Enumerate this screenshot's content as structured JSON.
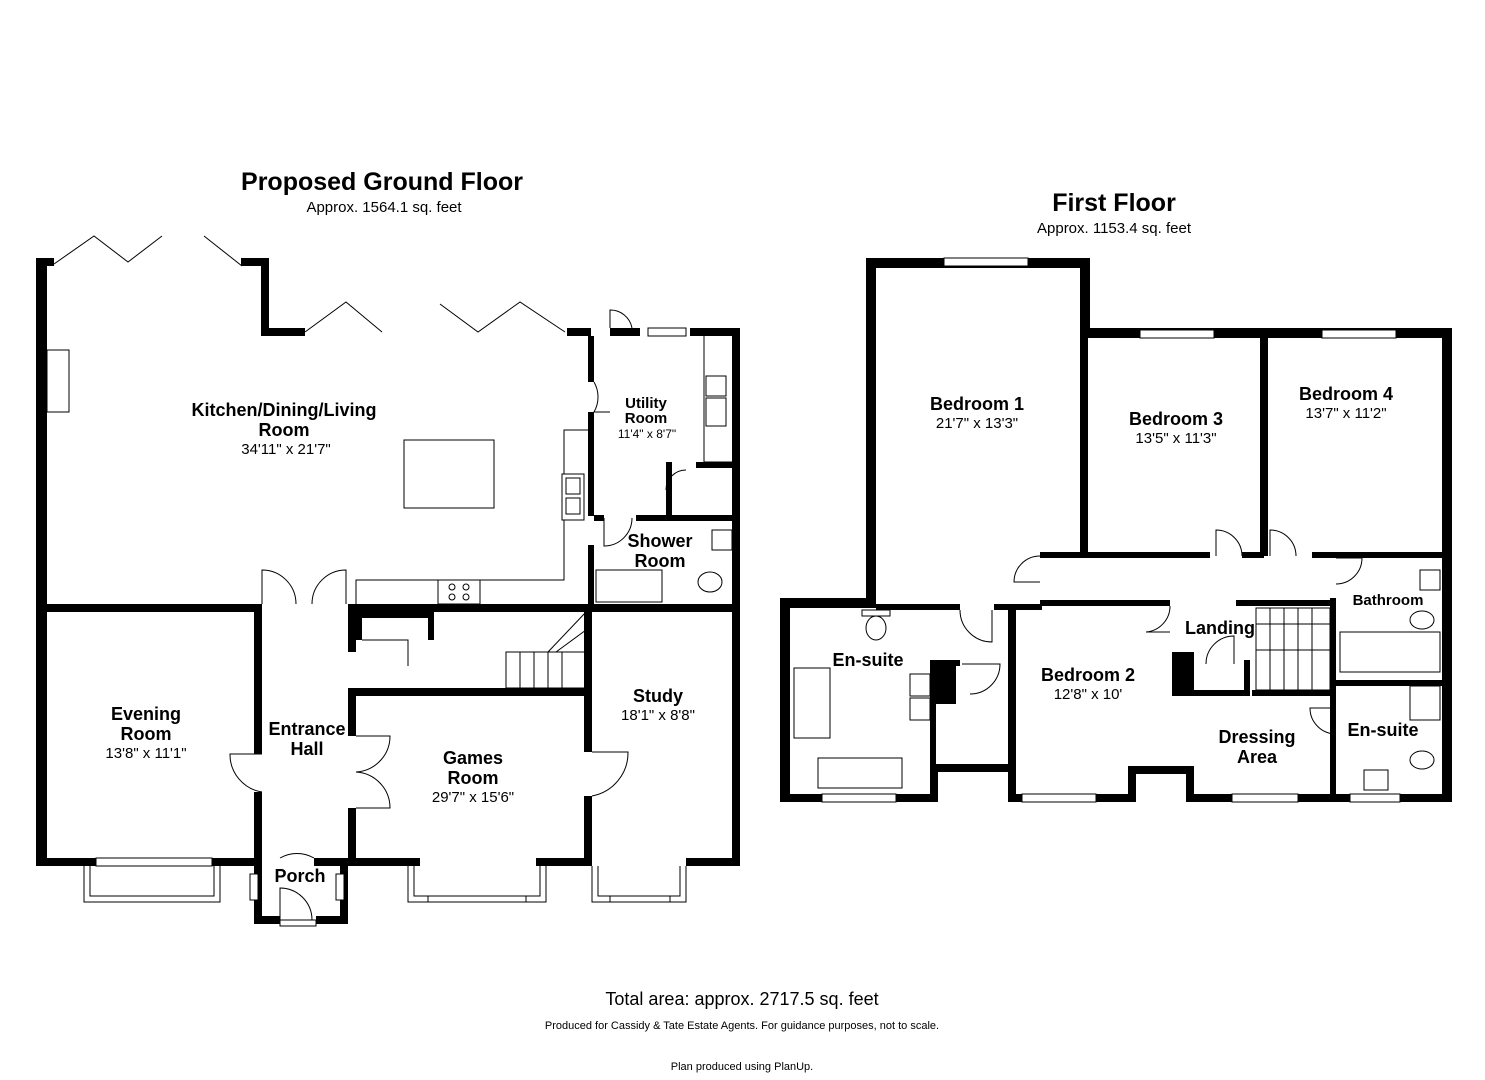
{
  "ground_floor": {
    "title": "Proposed Ground Floor",
    "area": "Approx. 1564.1 sq. feet",
    "rooms": {
      "kitchen": {
        "name_1": "Kitchen/Dining/Living",
        "name_2": "Room",
        "dims": "34'11\" x 21'7\""
      },
      "utility": {
        "name_1": "Utility",
        "name_2": "Room",
        "dims": "11'4\" x 8'7\""
      },
      "shower": {
        "name_1": "Shower",
        "name_2": "Room"
      },
      "evening": {
        "name_1": "Evening",
        "name_2": "Room",
        "dims": "13'8\" x 11'1\""
      },
      "entrance": {
        "name_1": "Entrance",
        "name_2": "Hall"
      },
      "games": {
        "name_1": "Games",
        "name_2": "Room",
        "dims": "29'7\" x 15'6\""
      },
      "study": {
        "name": "Study",
        "dims": "18'1\" x 8'8\""
      },
      "porch": {
        "name": "Porch"
      }
    }
  },
  "first_floor": {
    "title": "First Floor",
    "area": "Approx. 1153.4 sq. feet",
    "rooms": {
      "bedroom1": {
        "name": "Bedroom 1",
        "dims": "21'7\" x 13'3\""
      },
      "bedroom3": {
        "name": "Bedroom 3",
        "dims": "13'5\" x 11'3\""
      },
      "bedroom4": {
        "name": "Bedroom 4",
        "dims": "13'7\" x 11'2\""
      },
      "bathroom": {
        "name": "Bathroom"
      },
      "ensuite1": {
        "name": "En-suite"
      },
      "landing": {
        "name": "Landing"
      },
      "bedroom2": {
        "name": "Bedroom 2",
        "dims": "12'8\" x 10'"
      },
      "dressing": {
        "name_1": "Dressing",
        "name_2": "Area"
      },
      "ensuite2": {
        "name": "En-suite"
      }
    }
  },
  "footer": {
    "total": "Total area: approx. 2717.5 sq. feet",
    "produced_for": "Produced for Cassidy & Tate Estate Agents. For guidance purposes, not to scale.",
    "produced_using": "Plan produced using PlanUp."
  }
}
